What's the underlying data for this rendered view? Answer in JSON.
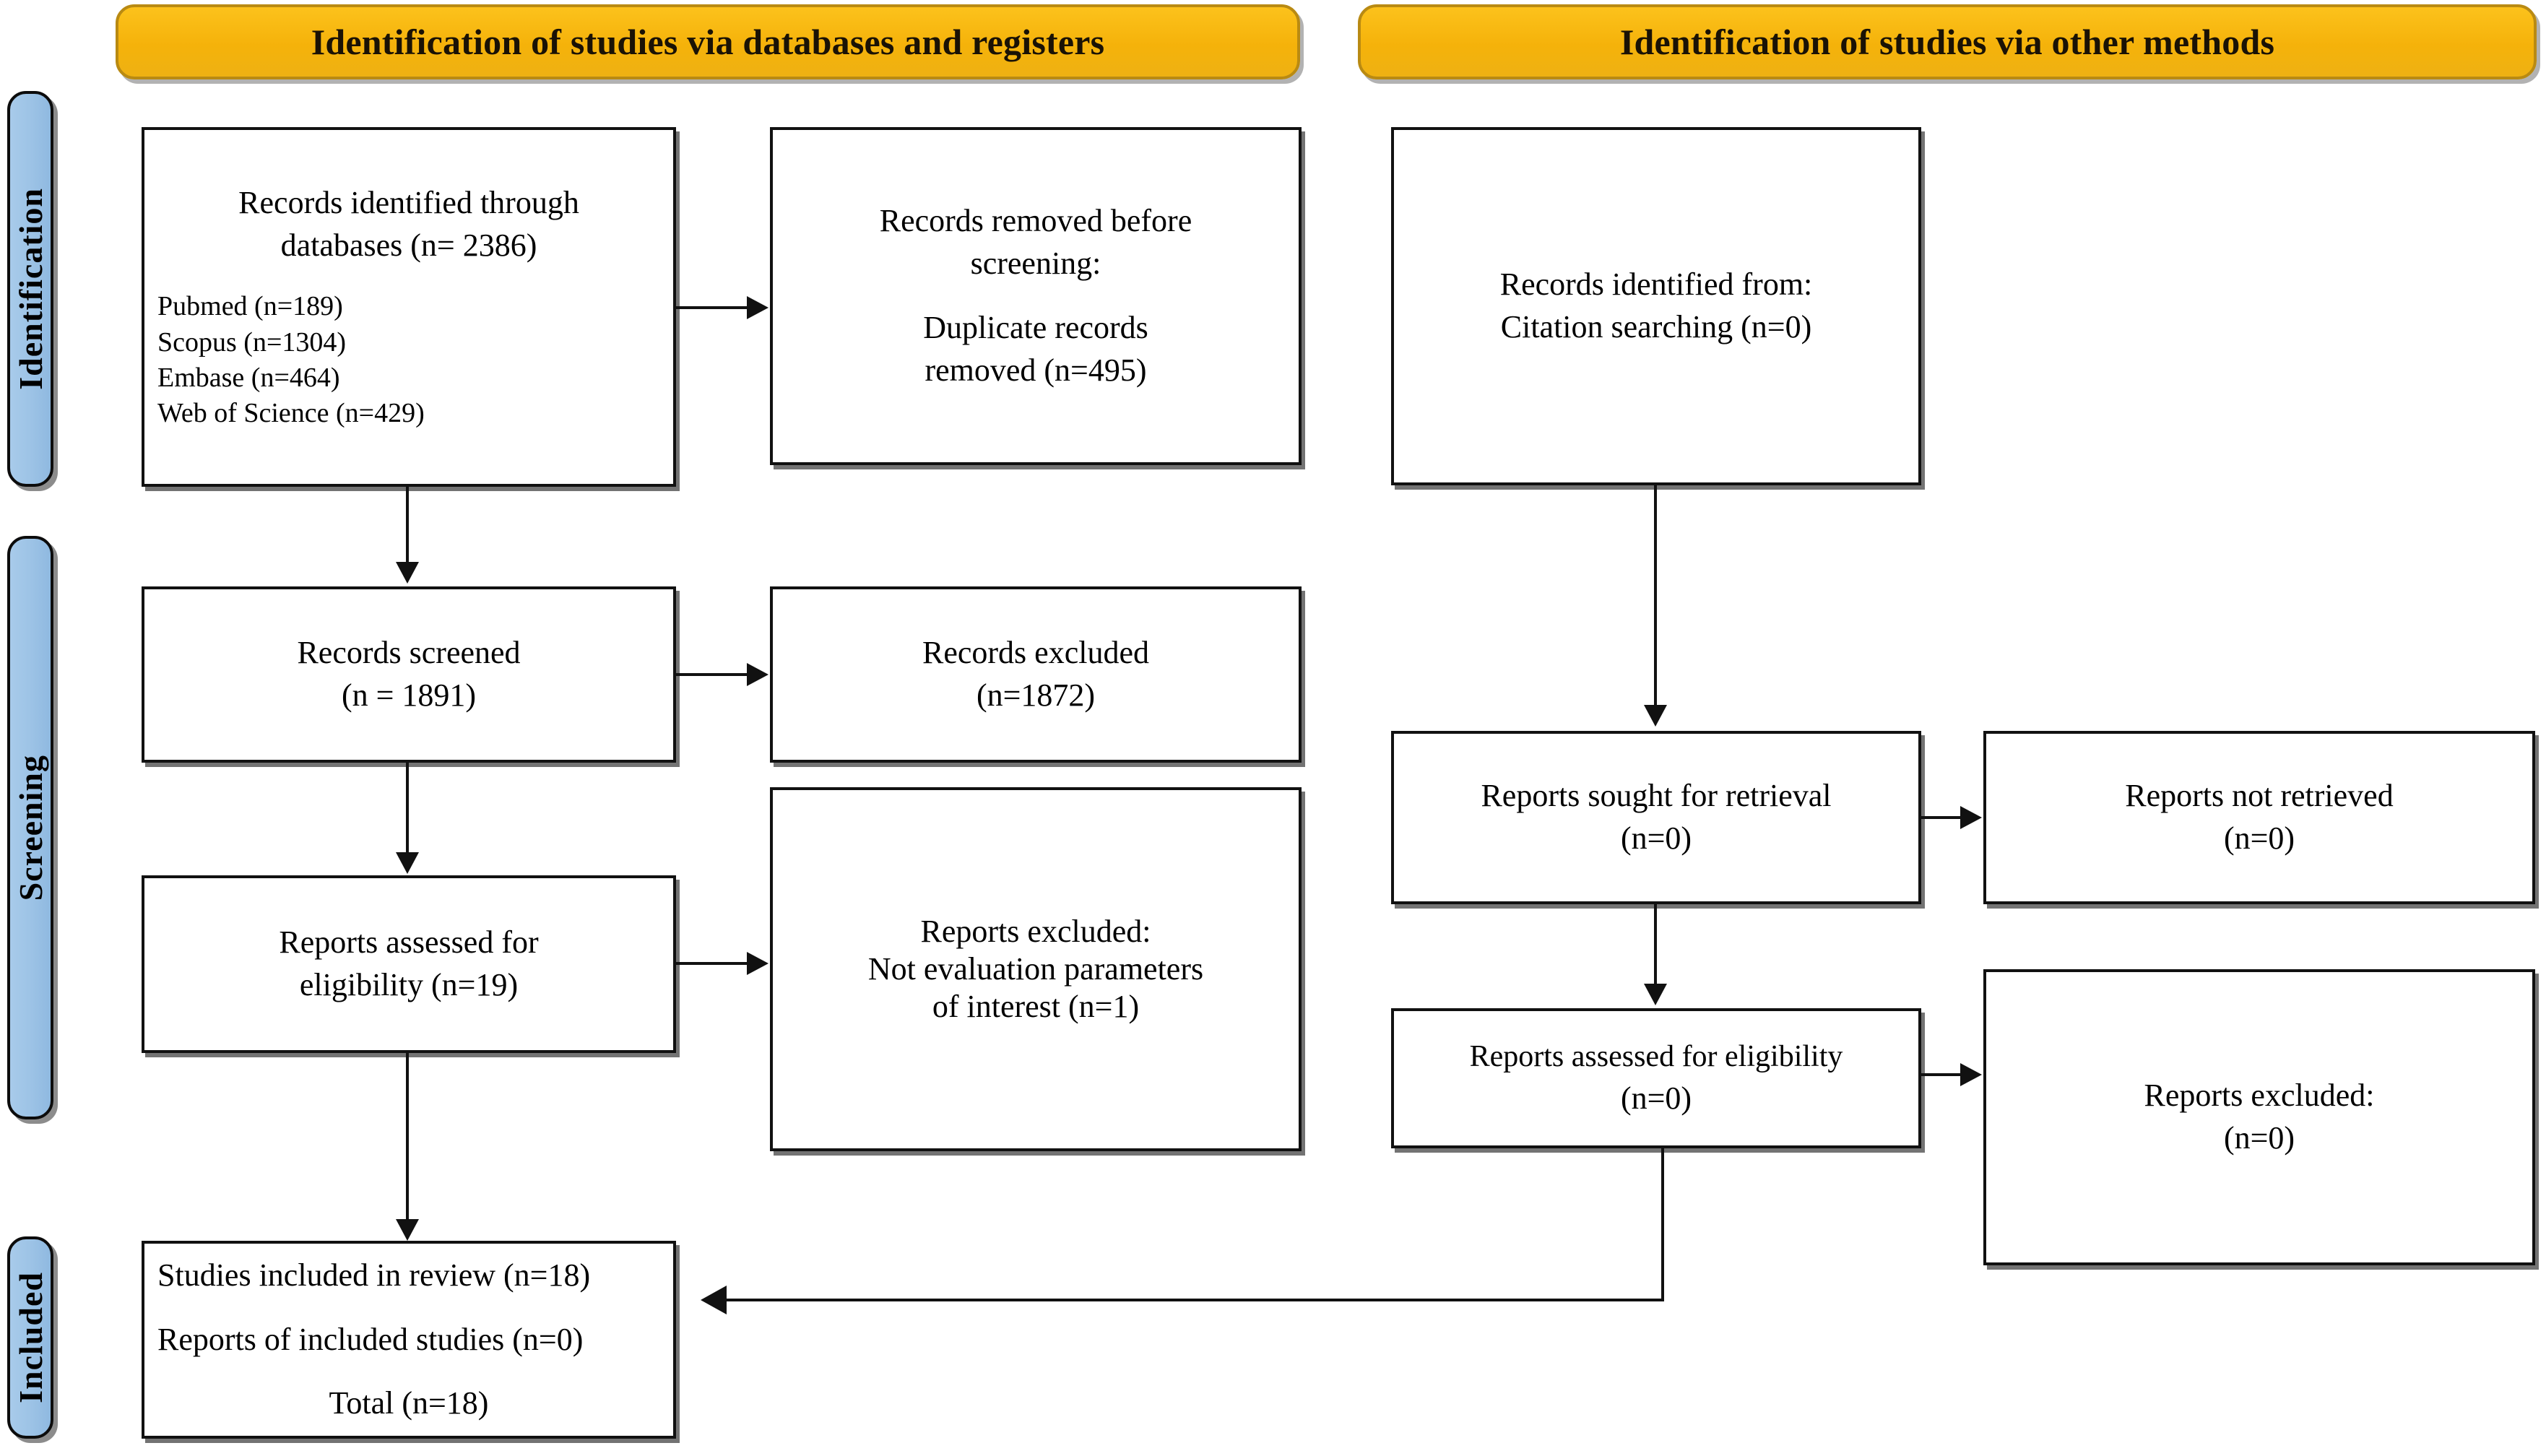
{
  "diagram": {
    "type": "PRISMA 2020 flow diagram",
    "colors": {
      "header_yellow": "#F5B20A",
      "header_border": "#B98A12",
      "rail_blue": "#9DC3E6",
      "box_border": "#111111",
      "background": "#FFFFFF"
    }
  },
  "headers": {
    "databases": "Identification of studies via databases and registers",
    "other": "Identification of studies via other methods"
  },
  "rails": [
    {
      "label": "Identification"
    },
    {
      "label": "Screening"
    },
    {
      "label": "Included"
    }
  ],
  "databases_column": {
    "identified": {
      "title_line1": "Records identified through",
      "title_line2": "databases (n= 2386)",
      "sources": [
        "Pubmed (n=189)",
        "Scopus (n=1304)",
        "Embase (n=464)",
        "Web of Science (n=429)"
      ]
    },
    "removed": {
      "line1": "Records removed before",
      "line2": "screening:",
      "line3": "Duplicate records",
      "line4": "removed (n=495)"
    },
    "screened": {
      "line1": "Records screened",
      "line2": "(n = 1891)"
    },
    "records_excluded": {
      "line1": "Records excluded",
      "line2": "(n=1872)"
    },
    "assessed": {
      "line1": "Reports assessed for",
      "line2": "eligibility (n=19)"
    },
    "reports_excluded": {
      "line1": "Reports excluded:",
      "line2": "Not evaluation parameters",
      "line3": "of interest (n=1)"
    }
  },
  "other_methods_column": {
    "identified": {
      "line1": "Records identified from:",
      "line2": "Citation searching (n=0)"
    },
    "sought": {
      "line1": "Reports sought for retrieval",
      "line2": "(n=0)"
    },
    "not_retrieved": {
      "line1": "Reports not retrieved",
      "line2": "(n=0)"
    },
    "assessed": {
      "line1": "Reports assessed for eligibility",
      "line2": "(n=0)"
    },
    "reports_excluded": {
      "line1": "Reports excluded:",
      "line2": "(n=0)"
    }
  },
  "included_box": {
    "line1": "Studies included in review (n=18)",
    "line2": "Reports of included studies (n=0)",
    "line3": "Total (n=18)"
  },
  "chart_data": {
    "type": "table",
    "title": "PRISMA 2020 flow of information",
    "nodes": [
      {
        "id": "records_identified_databases",
        "stage": "Identification",
        "branch": "databases",
        "n": 2386
      },
      {
        "id": "pubmed",
        "stage": "Identification",
        "branch": "databases",
        "n": 189
      },
      {
        "id": "scopus",
        "stage": "Identification",
        "branch": "databases",
        "n": 1304
      },
      {
        "id": "embase",
        "stage": "Identification",
        "branch": "databases",
        "n": 464
      },
      {
        "id": "web_of_science",
        "stage": "Identification",
        "branch": "databases",
        "n": 429
      },
      {
        "id": "duplicate_records_removed",
        "stage": "Identification",
        "branch": "databases",
        "n": 495
      },
      {
        "id": "records_screened",
        "stage": "Screening",
        "branch": "databases",
        "n": 1891
      },
      {
        "id": "records_excluded",
        "stage": "Screening",
        "branch": "databases",
        "n": 1872
      },
      {
        "id": "reports_assessed_for_eligibility",
        "stage": "Screening",
        "branch": "databases",
        "n": 19
      },
      {
        "id": "reports_excluded_not_evaluation_parameters",
        "stage": "Screening",
        "branch": "databases",
        "n": 1
      },
      {
        "id": "records_identified_citation_searching",
        "stage": "Identification",
        "branch": "other",
        "n": 0
      },
      {
        "id": "reports_sought_for_retrieval",
        "stage": "Screening",
        "branch": "other",
        "n": 0
      },
      {
        "id": "reports_not_retrieved",
        "stage": "Screening",
        "branch": "other",
        "n": 0
      },
      {
        "id": "reports_assessed_for_eligibility_other",
        "stage": "Screening",
        "branch": "other",
        "n": 0
      },
      {
        "id": "reports_excluded_other",
        "stage": "Screening",
        "branch": "other",
        "n": 0
      },
      {
        "id": "studies_included_in_review",
        "stage": "Included",
        "branch": "both",
        "n": 18
      },
      {
        "id": "reports_of_included_studies",
        "stage": "Included",
        "branch": "both",
        "n": 0
      },
      {
        "id": "total_included",
        "stage": "Included",
        "branch": "both",
        "n": 18
      }
    ]
  }
}
